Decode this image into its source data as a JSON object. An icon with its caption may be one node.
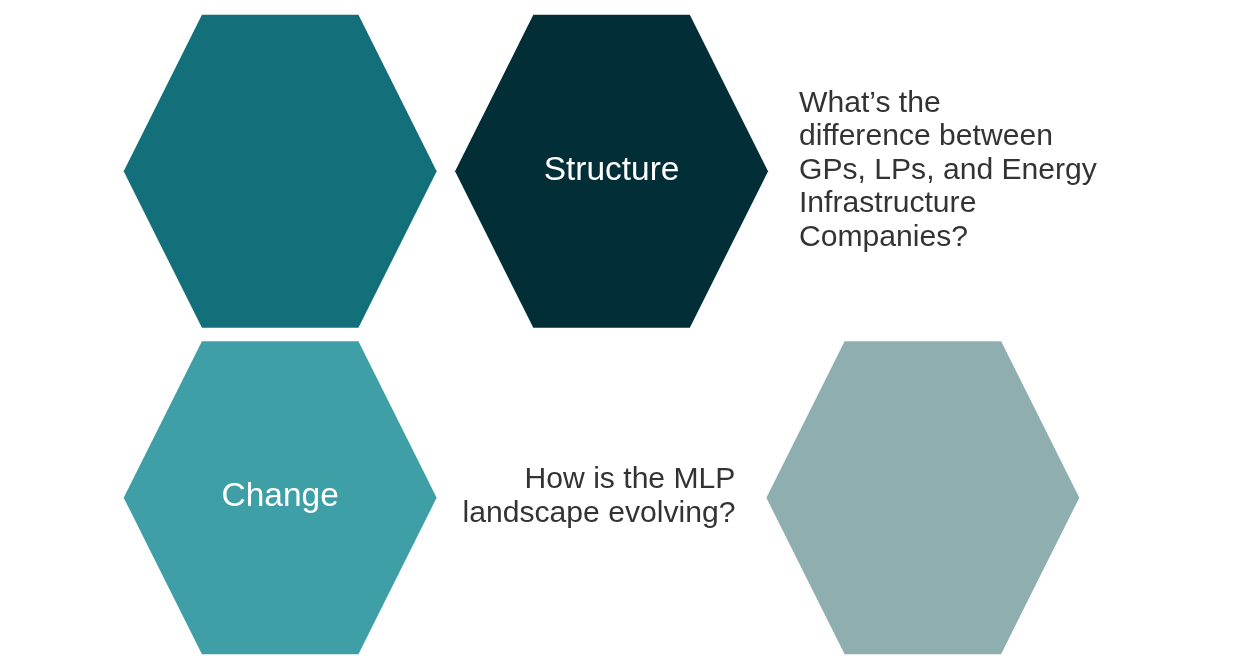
{
  "diagram": {
    "nodes": [
      {
        "text": [],
        "shape": "hexagon"
      },
      {
        "text": [
          "Structure"
        ],
        "beside": [
          "What’s the difference between GPs, LPs, and Energy Infrastructure Companies?"
        ]
      },
      {
        "text": [
          "Change"
        ],
        "beside": [
          "How is the MLP landscape evolving?"
        ]
      },
      {
        "text": [],
        "shape": "hexagon"
      }
    ],
    "edges": []
  }
}
